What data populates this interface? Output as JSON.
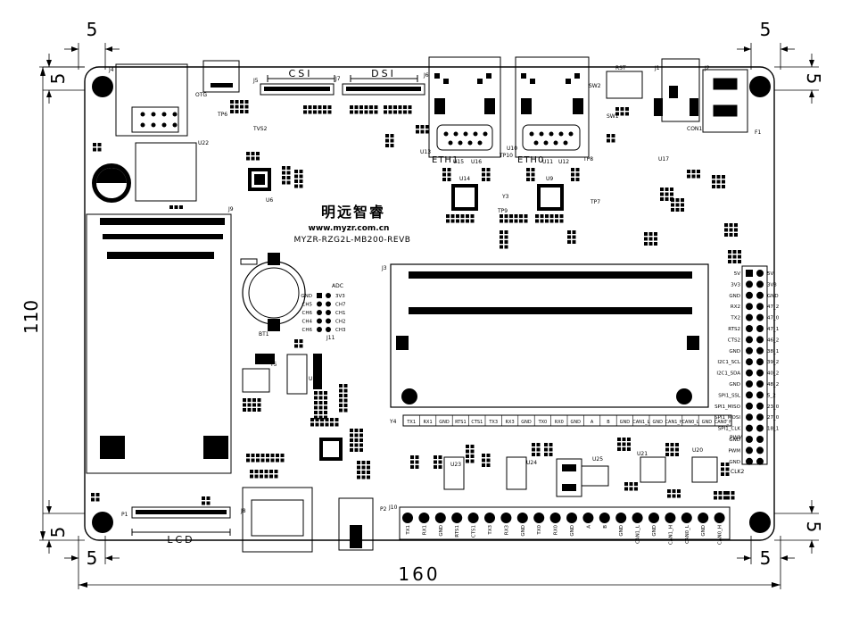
{
  "dimensions": {
    "width": "160",
    "height": "110",
    "margin": "5"
  },
  "board": {
    "brand_cn": "明远智睿",
    "website": "www.myzr.com.cn",
    "model": "MYZR-RZG2L-MB200-REVB"
  },
  "connectors": {
    "csi": "CSI",
    "dsi": "DSI",
    "lcd": "LCD",
    "eth1": "ETH1",
    "eth0": "ETH0",
    "otg": "OTG",
    "rst": "RST",
    "adc": "ADC",
    "j3": "J3",
    "j4": "J4",
    "j5": "J5",
    "j6": "J6",
    "j7": "J7",
    "j8": "J8",
    "j9": "J9",
    "j10": "J10",
    "j11": "J11",
    "j1": "J1",
    "j2": "J2",
    "bt1": "BT1",
    "p1": "P1",
    "p2": "P2",
    "u6": "U6",
    "u9": "U9",
    "u14": "U14",
    "u17": "U17",
    "u22": "U22",
    "con1": "CON1",
    "f1": "F1",
    "sw1": "SW1",
    "sw2": "SW2"
  },
  "adc_pins": {
    "left": [
      "GND",
      "CH5",
      "CH6",
      "CH4",
      "CH6"
    ],
    "right": [
      "3V3",
      "CH7",
      "CH1",
      "CH2",
      "CH3"
    ]
  },
  "header_labels": [
    "5V",
    "3V3",
    "GND",
    "RX2",
    "TX2",
    "RTS2",
    "CTS2",
    "GND",
    "I2C1_SCL",
    "I2C1_SDA",
    "GND",
    "SPI1_SSL",
    "SPI1_MISO",
    "SPI1_MOSI",
    "SPI1_CLK",
    "GND",
    "PWM",
    "GND"
  ],
  "header_right": [
    "5V",
    "3V3",
    "GND",
    "47_2",
    "47_0",
    "47_1",
    "46_2",
    "38_1",
    "39_2",
    "40_2",
    "48_2",
    "5_2",
    "23_0",
    "27_0",
    "18_1",
    "",
    "",
    ""
  ],
  "terminal_labels_top": [
    "TX1",
    "RX1",
    "GND",
    "RTS1",
    "CTS1",
    "TX3",
    "RX3",
    "GND",
    "TX0",
    "RX0",
    "GND",
    "A",
    "B",
    "GND",
    "CAN1_L",
    "GND",
    "CAN1_H",
    "CAN0_L",
    "GND",
    "CAN0_H"
  ],
  "terminal_labels_bottom": [
    "TX1",
    "RX1",
    "GND",
    "RTS1",
    "CTS1",
    "TX3",
    "RX3",
    "GND",
    "TX0",
    "RX0",
    "GND",
    "A",
    "B",
    "GND",
    "CAN1_L",
    "GND",
    "CAN1_H",
    "CAN0_L",
    "GND",
    "CAN0_H"
  ],
  "misc_labels": {
    "u13": "U13",
    "u10": "U10",
    "u15": "U15",
    "u16": "U16",
    "u11": "U11",
    "u12": "U12",
    "u18": "U18",
    "u20": "U20",
    "u21": "U21",
    "u23": "U23",
    "u24": "U24",
    "u25": "U25",
    "y3": "Y3",
    "y4": "Y4",
    "y5": "Y5",
    "tp9": "TP9",
    "tp7": "TP7",
    "tp8": "TP8",
    "tp10": "TP10",
    "tp6": "TP6",
    "tvs2": "TVS2",
    "clk2": "CLK2",
    "pwm": "PWM"
  }
}
